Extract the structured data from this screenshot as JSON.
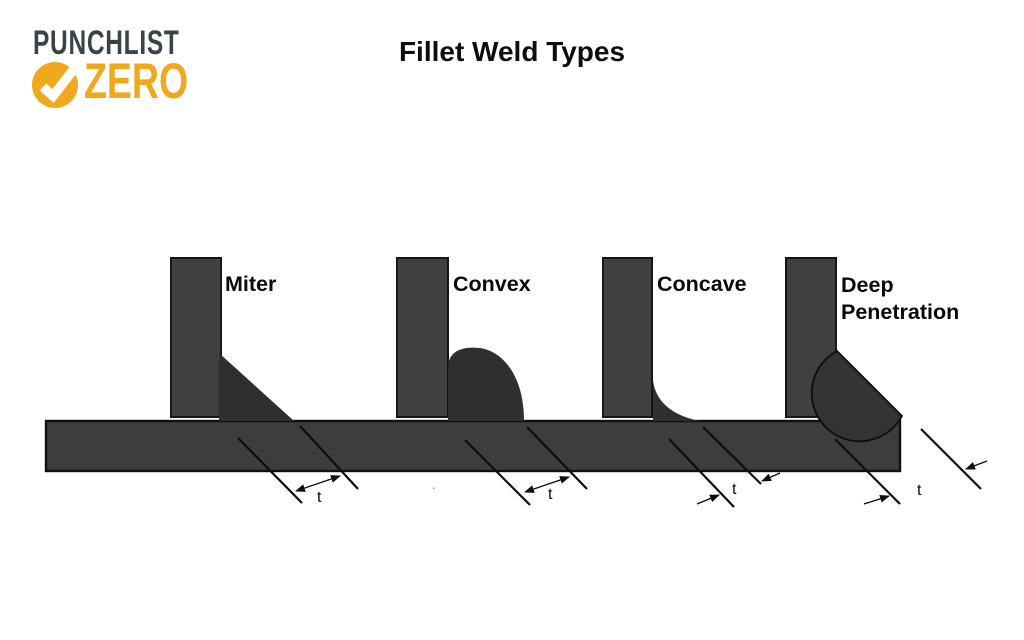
{
  "logo": {
    "brand_top": "PUNCHLIST",
    "brand_bottom": "ZERO",
    "accent_color": "#F0A81E",
    "text_color": "#3C4347"
  },
  "title": "Fillet Weld Types",
  "diagram": {
    "welds": [
      {
        "label": "Miter",
        "dim": "t"
      },
      {
        "label": "Convex",
        "dim": "t"
      },
      {
        "label": "Concave",
        "dim": "t"
      },
      {
        "label": "Deep",
        "label2": "Penetration",
        "dim": "t"
      }
    ],
    "stray_mark": "."
  },
  "colors": {
    "plate_fill": "#404040",
    "base_fill": "#3D3D3D",
    "weld_fill": "#2F2F2F",
    "line_color": "#0D0D0D"
  }
}
